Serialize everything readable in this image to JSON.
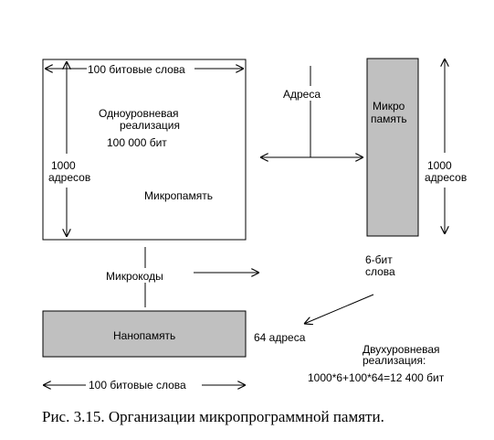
{
  "single_level": {
    "top_width_label": "100 битовые слова",
    "title_line1": "Одноуровневая",
    "title_line2": "реализация",
    "bits": "100 000 бит",
    "height_label_line1": "1000",
    "height_label_line2": "адресов",
    "box_label": "Микропамять"
  },
  "addresses_label": "Адреса",
  "micro_box": {
    "line1": "Микро",
    "line2": "память",
    "fill": "#c0c0c0"
  },
  "micro_height_label_line1": "1000",
  "micro_height_label_line2": "адресов",
  "microcodes_label": "Микрокоды",
  "bit6_line1": "6-бит",
  "bit6_line2": "слова",
  "nano_box": {
    "label": "Нанопамять",
    "fill": "#c0c0c0"
  },
  "nano_addresses": "64 адреса",
  "two_level": {
    "line1": "Двухуровневая",
    "line2": "реализация:",
    "formula": "1000*6+100*64=12 400 бит"
  },
  "bottom_width_label": "100 битовые слова",
  "caption": "Рис. 3.15. Организации микропрограммной памяти."
}
